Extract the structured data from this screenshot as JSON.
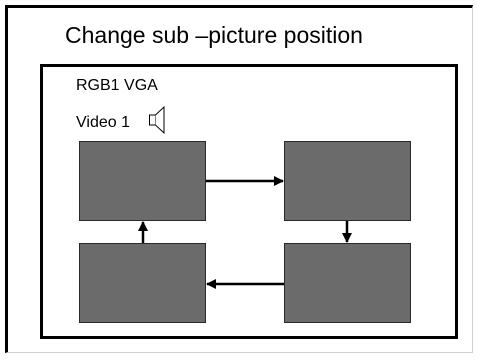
{
  "title": "Change sub –picture position",
  "main_source_label": "RGB1 VGA",
  "audio_source_label": "Video 1",
  "icons": {
    "audio": "speaker-icon"
  },
  "colors": {
    "pip_box": "#6b6b6b",
    "arrow": "#000000",
    "frame": "#000000"
  },
  "diagram": {
    "positions": [
      "top-left",
      "top-right",
      "bottom-right",
      "bottom-left"
    ],
    "flow": [
      {
        "from": "top-left",
        "to": "top-right"
      },
      {
        "from": "top-right",
        "to": "bottom-right"
      },
      {
        "from": "bottom-right",
        "to": "bottom-left"
      },
      {
        "from": "bottom-left",
        "to": "top-left"
      }
    ]
  }
}
